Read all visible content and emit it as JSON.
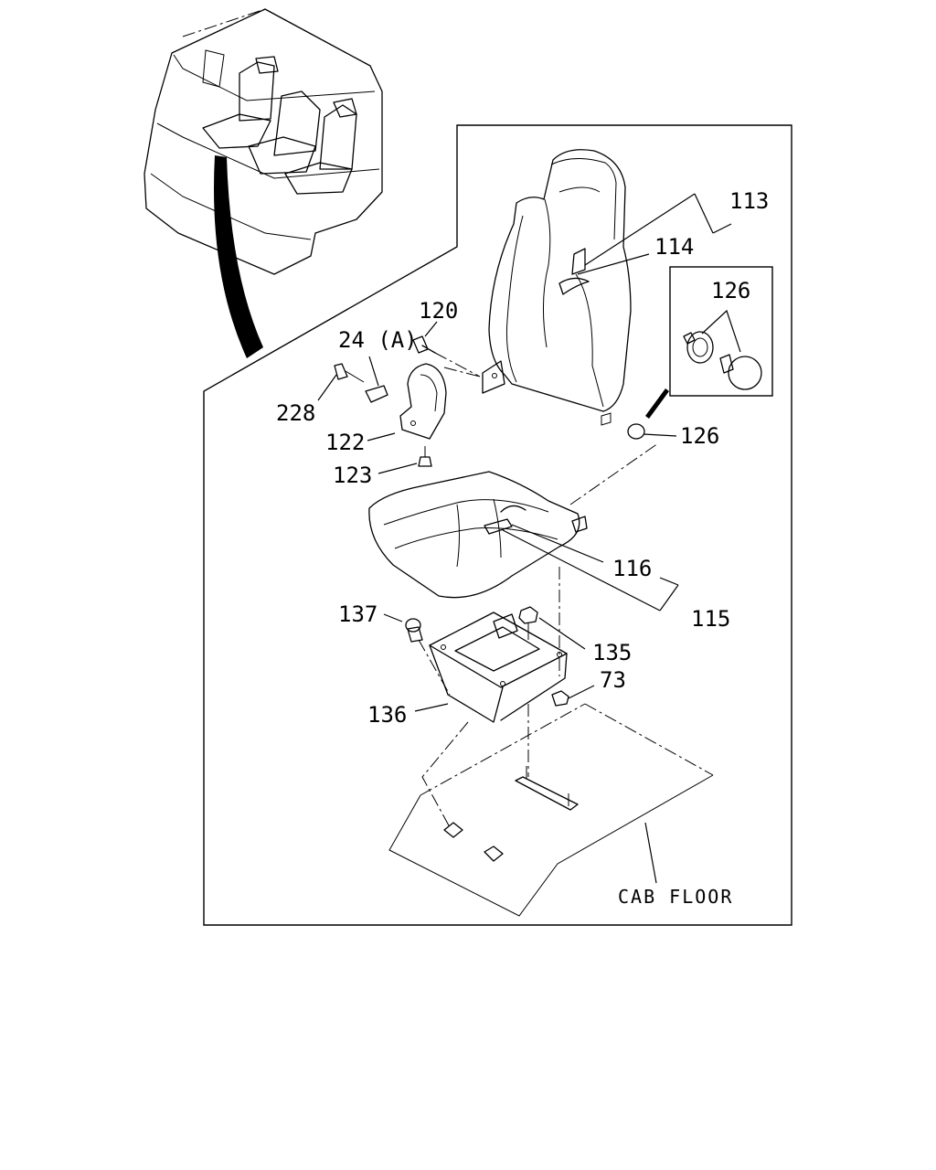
{
  "labels": {
    "part_113": "113",
    "part_114": "114",
    "part_126_inset": "126",
    "part_126": "126",
    "part_120": "120",
    "part_24a": "24 (A)",
    "part_228": "228",
    "part_122": "122",
    "part_123": "123",
    "part_116": "116",
    "part_115": "115",
    "part_137": "137",
    "part_135": "135",
    "part_73": "73",
    "part_136": "136",
    "cab_floor": "CAB FLOOR"
  }
}
